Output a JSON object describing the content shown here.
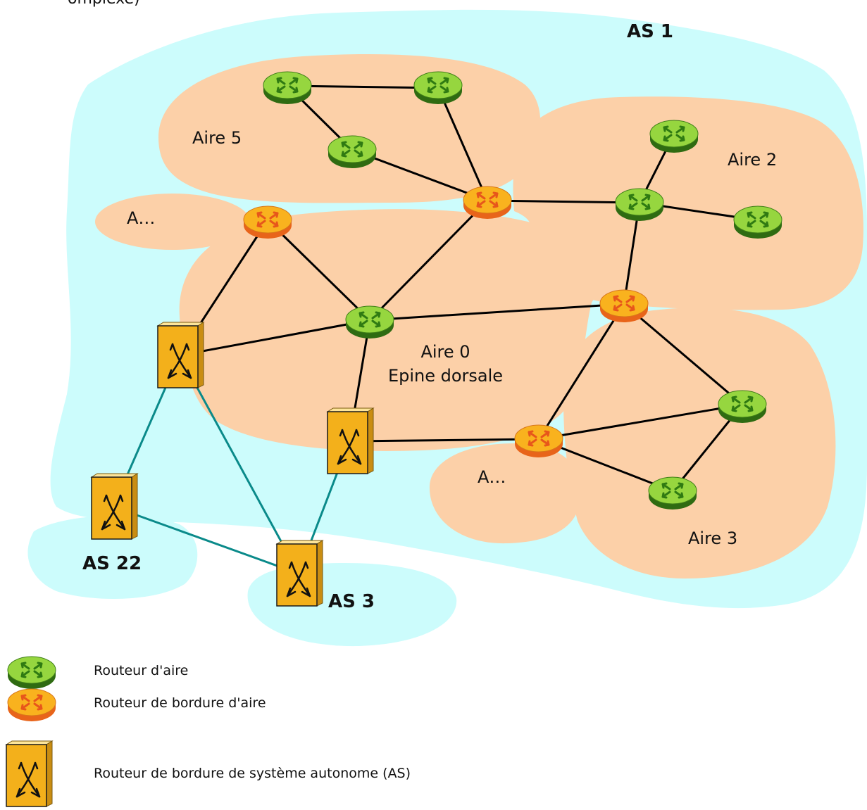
{
  "top_fragment": "omplexe)",
  "as_labels": {
    "as1": "AS 1",
    "as22": "AS 22",
    "as3": "AS 3"
  },
  "area_labels": {
    "aire5": "Aire 5",
    "aire2": "Aire 2",
    "aire3": "Aire 3",
    "aire0_line1": "Aire 0",
    "aire0_line2": "Epine dorsale",
    "a_left": "A…",
    "a_bottom": "A…"
  },
  "legend": {
    "area_router": "Routeur d'aire",
    "area_border_router": "Routeur de bordure d'aire",
    "as_border_router": "Routeur de bordure de système autonome (AS)"
  },
  "colors": {
    "as_region": "#ccfcfc",
    "area": "#fcd0a8",
    "area_router": "#8fd13a",
    "area_border_router": "#f7a21c",
    "as_border_router": "#f3b01b",
    "inter_as_link": "#0a8a8a",
    "link": "#000000"
  },
  "icons": {
    "area_router": "area-router-icon",
    "area_border_router": "area-border-router-icon",
    "as_border_router": "as-border-router-icon"
  }
}
